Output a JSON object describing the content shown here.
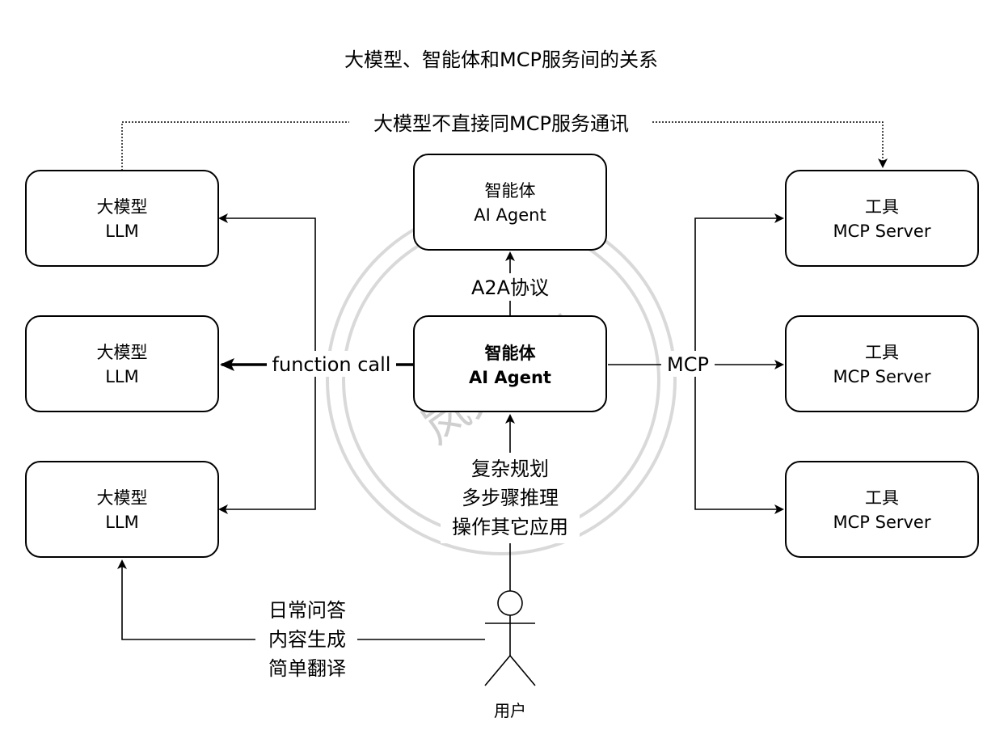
{
  "title": "大模型、智能体和MCP服务间的关系",
  "note_top": "大模型不直接同MCP服务通讯",
  "llm_boxes": [
    {
      "line1": "大模型",
      "line2": "LLM"
    },
    {
      "line1": "大模型",
      "line2": "LLM"
    },
    {
      "line1": "大模型",
      "line2": "LLM"
    }
  ],
  "agent_top": {
    "line1": "智能体",
    "line2": "AI Agent"
  },
  "agent_main": {
    "line1": "智能体",
    "line2": "AI Agent"
  },
  "mcp_boxes": [
    {
      "line1": "工具",
      "line2": "MCP Server"
    },
    {
      "line1": "工具",
      "line2": "MCP Server"
    },
    {
      "line1": "工具",
      "line2": "MCP Server"
    }
  ],
  "edge_labels": {
    "a2a": "A2A协议",
    "function_call": "function call",
    "mcp": "MCP",
    "user_to_agent": [
      "复杂规划",
      "多步骤推理",
      "操作其它应用"
    ],
    "user_to_llm": [
      "日常问答",
      "内容生成",
      "简单翻译"
    ]
  },
  "actor_label": "用户",
  "watermark": "岚天逸剑",
  "colors": {
    "line": "#000000",
    "box_fill": "#ffffff",
    "watermark": "#d9d9d9"
  }
}
